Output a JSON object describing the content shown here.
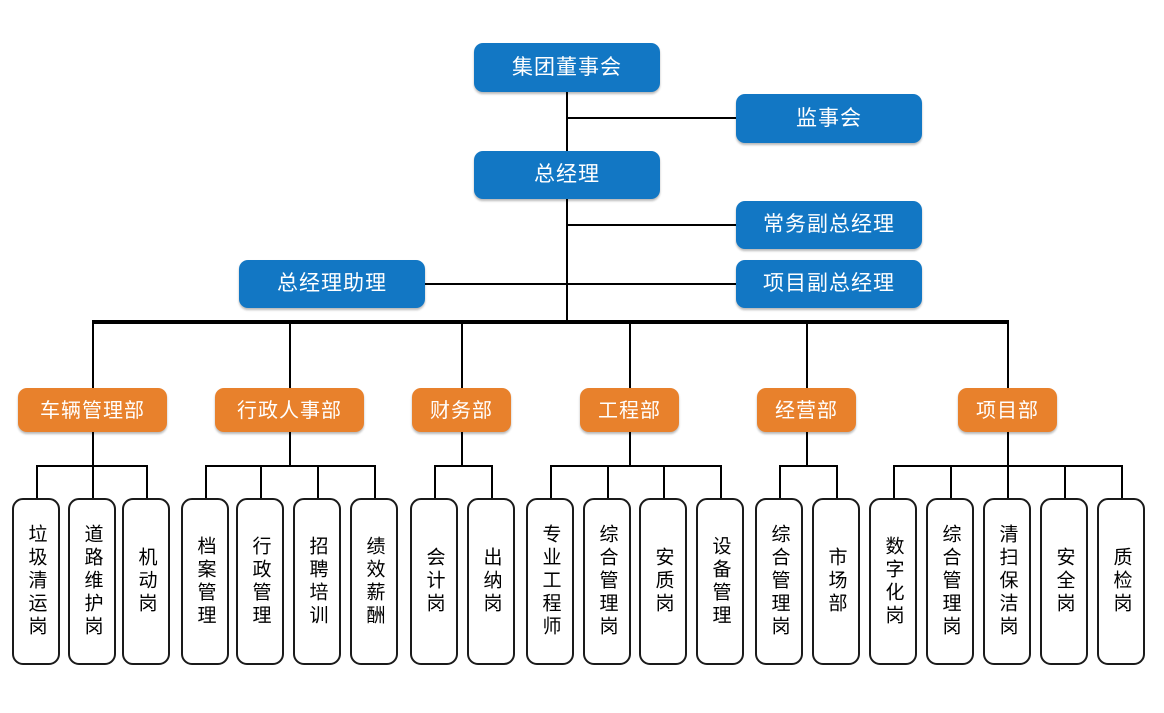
{
  "chart_title": "",
  "colors": {
    "executive_blue": "#1277C4",
    "department_orange": "#E8812C",
    "leaf_border": "#1a1a1a",
    "leaf_fill": "#ffffff",
    "connector": "#000000",
    "canvas": "#ffffff"
  },
  "executive": {
    "board": "集团董事会",
    "supervisory": "监事会",
    "general_manager": "总经理",
    "executive_deputy": "常务副总经理",
    "project_deputy": "项目副总经理",
    "gm_assistant": "总经理助理"
  },
  "departments": [
    {
      "name": "车辆管理部",
      "children": [
        "垃圾清运岗",
        "道路维护岗",
        "机动岗"
      ]
    },
    {
      "name": "行政人事部",
      "children": [
        "档案管理",
        "行政管理",
        "招聘培训",
        "绩效薪酬"
      ]
    },
    {
      "name": "财务部",
      "children": [
        "会计岗",
        "出纳岗"
      ]
    },
    {
      "name": "工程部",
      "children": [
        "专业工程师",
        "综合管理岗",
        "安质岗",
        "设备管理"
      ]
    },
    {
      "name": "经营部",
      "children": [
        "综合管理岗",
        "市场部"
      ]
    },
    {
      "name": "项目部",
      "children": [
        "数字化岗",
        "综合管理岗",
        "清扫保洁岗",
        "安全岗",
        "质检岗"
      ]
    }
  ]
}
